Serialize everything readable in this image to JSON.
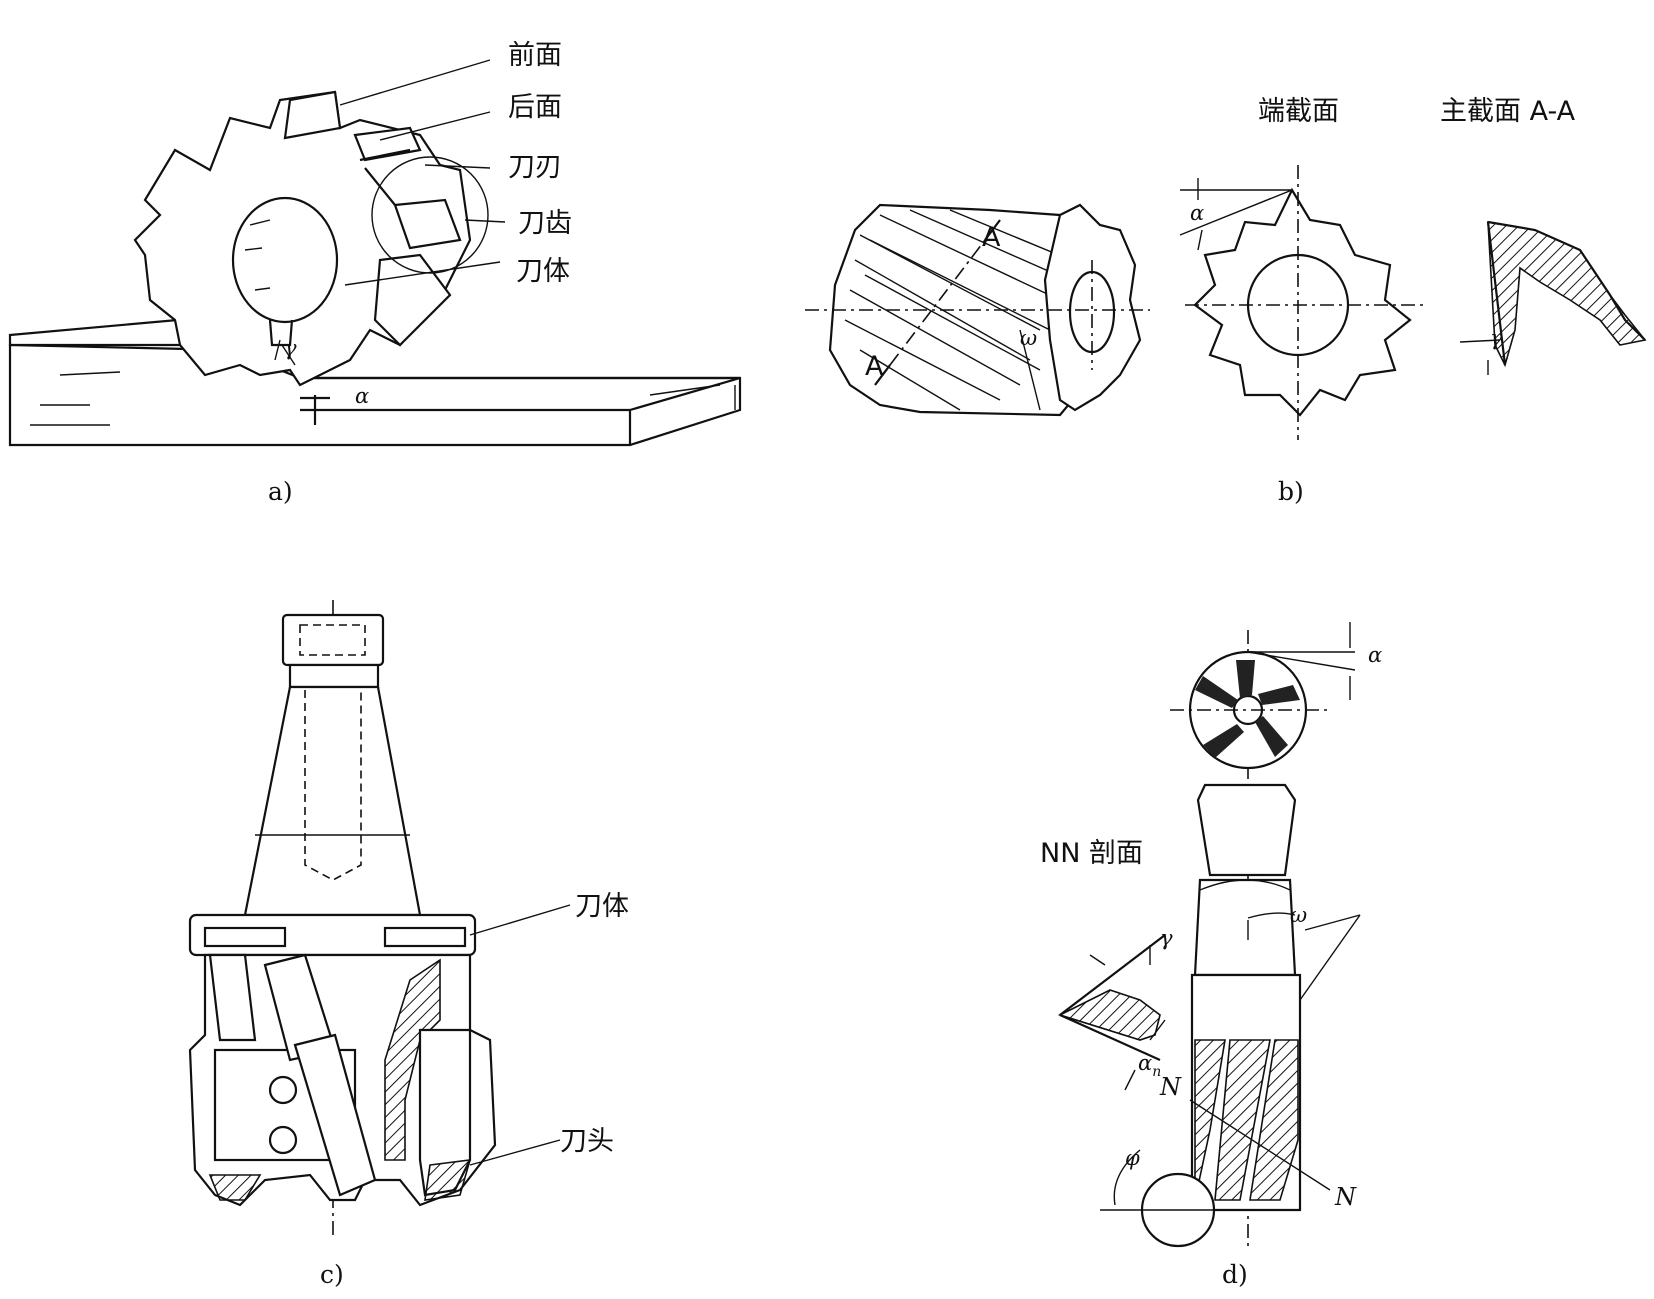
{
  "figure_a": {
    "caption": "a)",
    "labels": {
      "rake_face": "前面",
      "flank_face": "后面",
      "cutting_edge": "刀刃",
      "tooth": "刀齿",
      "body": "刀体"
    },
    "symbols": {
      "gamma": "γ",
      "alpha": "α"
    }
  },
  "figure_b": {
    "caption": "b)",
    "labels": {
      "end_section": "端截面",
      "main_section": "主截面 A-A"
    },
    "symbols": {
      "section_A_top": "A",
      "section_A_bottom": "A",
      "omega": "ω",
      "alpha": "α",
      "gamma": "γ"
    }
  },
  "figure_c": {
    "caption": "c)",
    "labels": {
      "body": "刀体",
      "head": "刀头"
    }
  },
  "figure_d": {
    "caption": "d)",
    "labels": {
      "nn_section": "NN 剖面"
    },
    "symbols": {
      "alpha": "α",
      "gamma": "γ",
      "alpha_n": "α",
      "alpha_n_sub": "n",
      "omega": "ω",
      "N_upper": "N",
      "N_lower": "N",
      "phi": "φ"
    }
  }
}
